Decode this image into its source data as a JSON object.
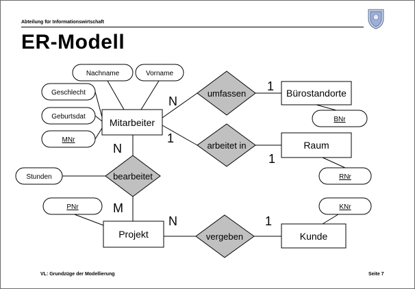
{
  "header": {
    "department": "Abteilung für Informationswirtschaft",
    "title": "ER-Modell"
  },
  "footer": {
    "course": "VL: Grundzüge der Modellierung",
    "page": "Seite 7"
  },
  "diagram": {
    "entities": {
      "mitarbeiter": "Mitarbeiter",
      "buerostandorte": "Bürostandorte",
      "raum": "Raum",
      "projekt": "Projekt",
      "kunde": "Kunde"
    },
    "relationships": {
      "umfassen": "umfassen",
      "arbeitet_in": "arbeitet in",
      "bearbeitet": "bearbeitet",
      "vergeben": "vergeben"
    },
    "attributes": {
      "nachname": "Nachname",
      "vorname": "Vorname",
      "geschlecht": "Geschlecht",
      "geburtsdat": "Geburtsdat",
      "mnr": "MNr",
      "bnr": "BNr",
      "rnr": "RNr",
      "stunden": "Stunden",
      "pnr": "PNr",
      "knr": "KNr"
    },
    "cardinalities": {
      "mitarbeiter_umfassen": "N",
      "umfassen_buerostandorte": "1",
      "mitarbeiter_arbeitet_in": "1",
      "arbeitet_in_raum": "1",
      "mitarbeiter_bearbeitet": "N",
      "bearbeitet_projekt": "M",
      "projekt_vergeben": "N",
      "vergeben_kunde": "1"
    },
    "colors": {
      "relationship_fill": "#c0c0c0",
      "line": "#000000"
    }
  }
}
